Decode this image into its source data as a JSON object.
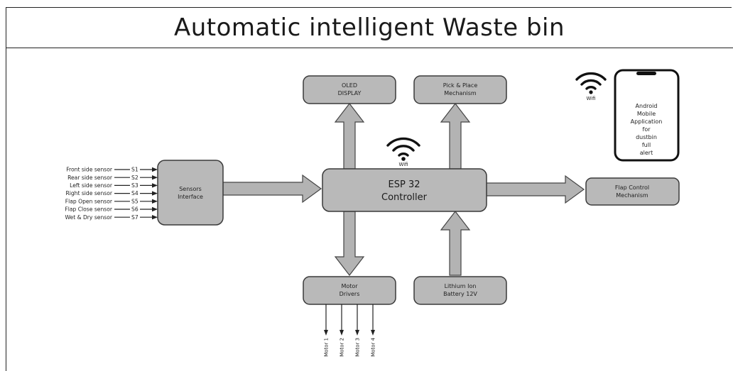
{
  "title": "Automatic intelligent Waste bin",
  "blocks": {
    "oled": [
      "OLED",
      "DISPLAY"
    ],
    "pick": [
      "Pick & Place",
      "Mechanism"
    ],
    "sensors_interface": [
      "Sensors",
      "Interface"
    ],
    "controller": [
      "ESP 32",
      "Controller"
    ],
    "flap": [
      "Flap Control",
      "Mechanism"
    ],
    "motor_drivers": [
      "Motor",
      "Drivers"
    ],
    "battery": [
      "Lithium Ion",
      "Battery 12V"
    ]
  },
  "phone_app": [
    "Android",
    "Mobile",
    "Application",
    "for",
    "dustbin",
    "full",
    "alert"
  ],
  "wifi_label": "Wifi",
  "sensors": [
    {
      "name": "Front side sensor",
      "id": "S1"
    },
    {
      "name": "Rear side sensor",
      "id": "S2"
    },
    {
      "name": "Left side sensor",
      "id": "S3"
    },
    {
      "name": "Right side sensor",
      "id": "S4"
    },
    {
      "name": "Flap Open sensor",
      "id": "S5"
    },
    {
      "name": "Flap Close sensor",
      "id": "S6"
    },
    {
      "name": "Wet & Dry sensor",
      "id": "S7"
    }
  ],
  "motors": [
    "Motor 1",
    "Motor 2",
    "Motor 3",
    "Motor 4"
  ]
}
